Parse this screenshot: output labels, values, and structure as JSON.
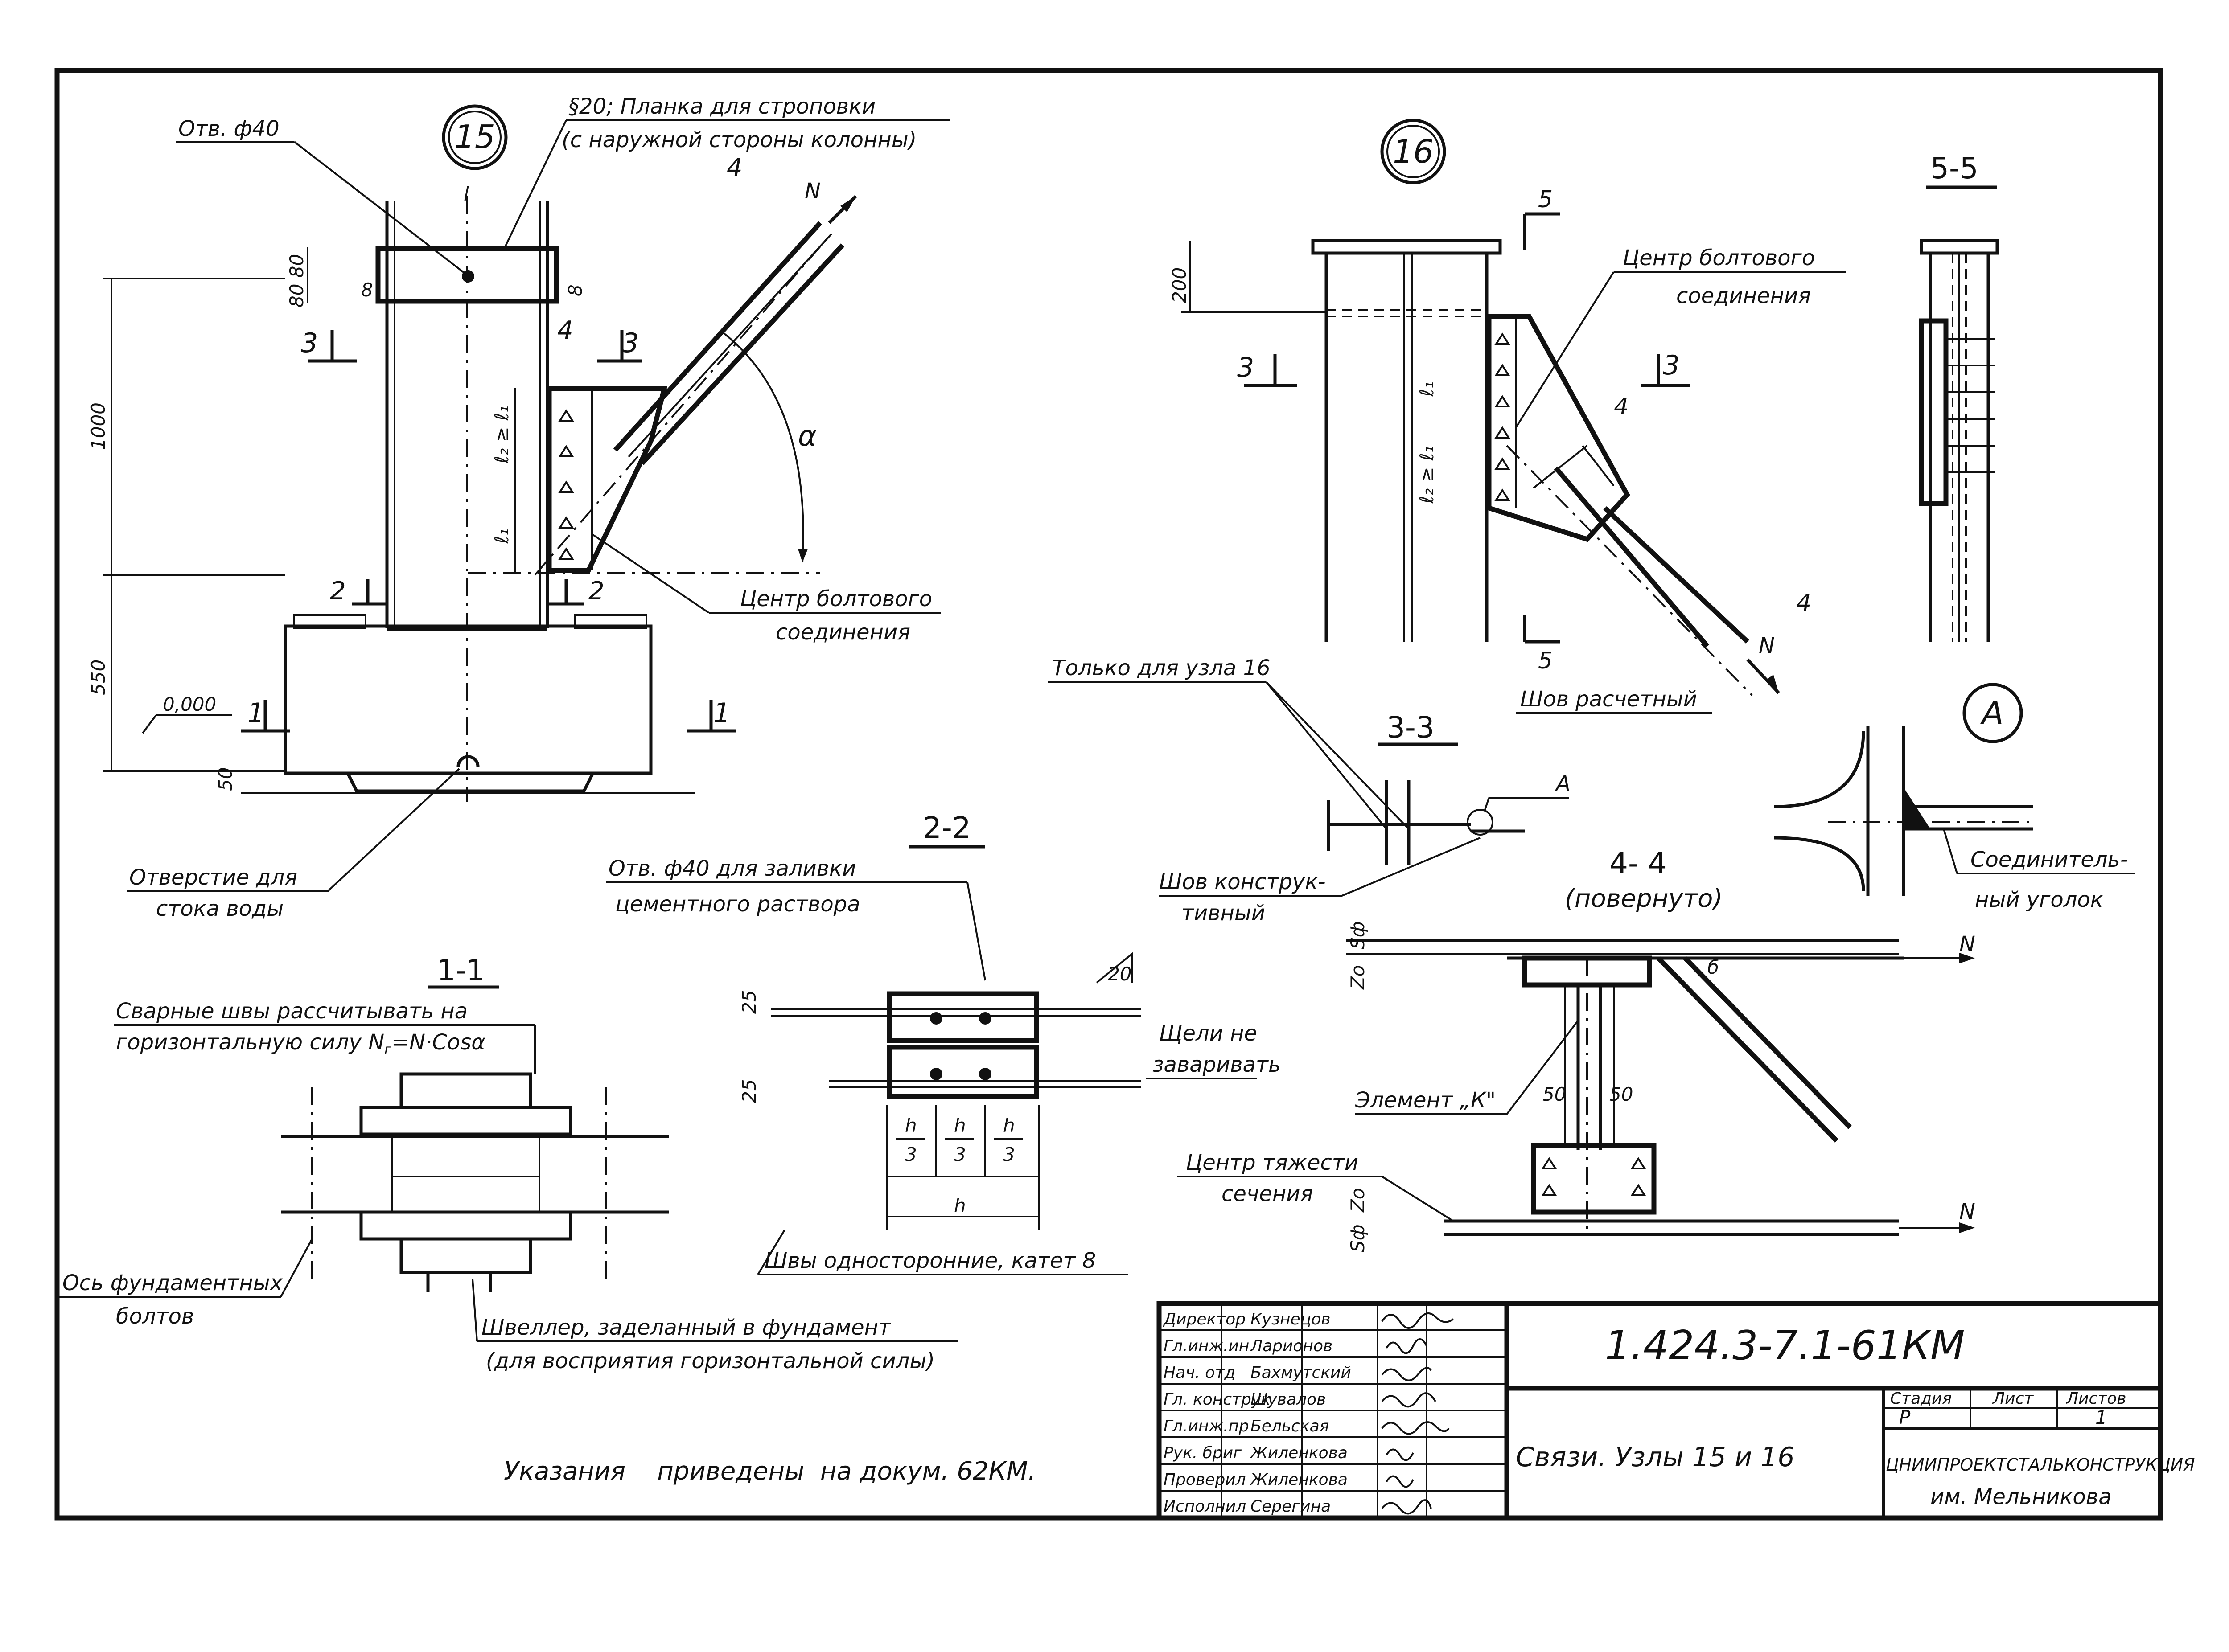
{
  "nodes": {
    "node_15": "15",
    "node_16": "16",
    "detail_A": "A"
  },
  "sections": {
    "s11": "1-1",
    "s22": "2-2",
    "s33": "3-3",
    "s44": "4- 4",
    "s44_note": "(повернуто)",
    "s55": "5-5"
  },
  "labels": {
    "hole40": "Отв. ф40",
    "plate_l1": "§20; Планка для строповки",
    "plate_l2": "(с наружной стороны колонны)",
    "bolt_center_15_l1": "Центр болтового",
    "bolt_center_15_l2": "соединения",
    "drain_l1": "Отверстие для",
    "drain_l2": "стока воды",
    "welds_calc_l1": "Сварные швы рассчитывать на",
    "welds_calc_l2": "горизонтальную силу N",
    "welds_calc_sub": "г",
    "welds_calc_l3": "=N·Cosα",
    "axis_bolts_l1": "Ось фундаментных",
    "axis_bolts_l2": "болтов",
    "channel_l1": "Швеллер, заделанный в фундамент",
    "channel_l2": "(для восприятия горизонтальной силы)",
    "grout_l1": "Отв. ф40 для заливки",
    "grout_l2": "цементного раствора",
    "gaps_l1": "Щели не",
    "gaps_l2": "заваривать",
    "one_side_welds": "Швы односторонние, катет 8",
    "bolt_center_16_l1": "Центр болтового",
    "bolt_center_16_l2": "соединения",
    "only_node16": "Только для узла 16",
    "weld_calc": "Шов расчетный",
    "weld_constr_l1": "Шов конструк-",
    "weld_constr_l2": "тивный",
    "connector_l1": "Соединитель-",
    "connector_l2": "ный уголок",
    "element_k": "Элемент „К\"",
    "centroid_l1": "Центр тяжести",
    "centroid_l2": "сечения",
    "note": "Указания    приведены  на докум. 62КМ."
  },
  "dims": {
    "d1000": "1000",
    "d550": "550",
    "d50": "50",
    "d8080": "80 80",
    "d200": "200",
    "d25a": "25",
    "d25b": "25",
    "d20": "20",
    "d50a": "50",
    "d50b": "50",
    "zero": "0,000",
    "h": "h",
    "h3": "h",
    "three": "3",
    "l": "l",
    "eight": "8",
    "l2l1": "ℓ₂ ≥ ℓ₁",
    "l1": "ℓ₁",
    "alpha": "α",
    "N": "N",
    "l2l1b": "ℓ₂ ≥ ℓ₁",
    "l1b": "ℓ₁",
    "b": "б",
    "zo": "Zo",
    "sgp": "Sф",
    "cut1": "1",
    "cut2": "2",
    "cut3": "3",
    "cut4": "4",
    "cut5": "5"
  },
  "title_block": {
    "code": "1.424.3-7.1-61КМ",
    "title": "Связи.  Узлы 15 и 16",
    "org_l1": "ЦНИИПРОЕКТСТАЛЬКОНСТРУКЦИЯ",
    "org_l2": "им. Мельникова",
    "stage_head": "Стадия",
    "sheet_head": "Лист",
    "sheets_head": "Листов",
    "stage": "Р",
    "sheet": "",
    "sheets": "1",
    "staff": [
      {
        "role": "Директор",
        "name": "Кузнецов"
      },
      {
        "role": "Гл.инж.ин",
        "name": "Ларионов"
      },
      {
        "role": "Нач. отд",
        "name": "Бахмутский"
      },
      {
        "role": "Гл. конструк",
        "name": "Шувалов"
      },
      {
        "role": "Гл.инж.пр",
        "name": "Бельская"
      },
      {
        "role": "Рук. бриг",
        "name": "Жиленкова"
      },
      {
        "role": "Проверил",
        "name": "Жиленкова"
      },
      {
        "role": "Исполнил",
        "name": "Серегина"
      }
    ]
  }
}
